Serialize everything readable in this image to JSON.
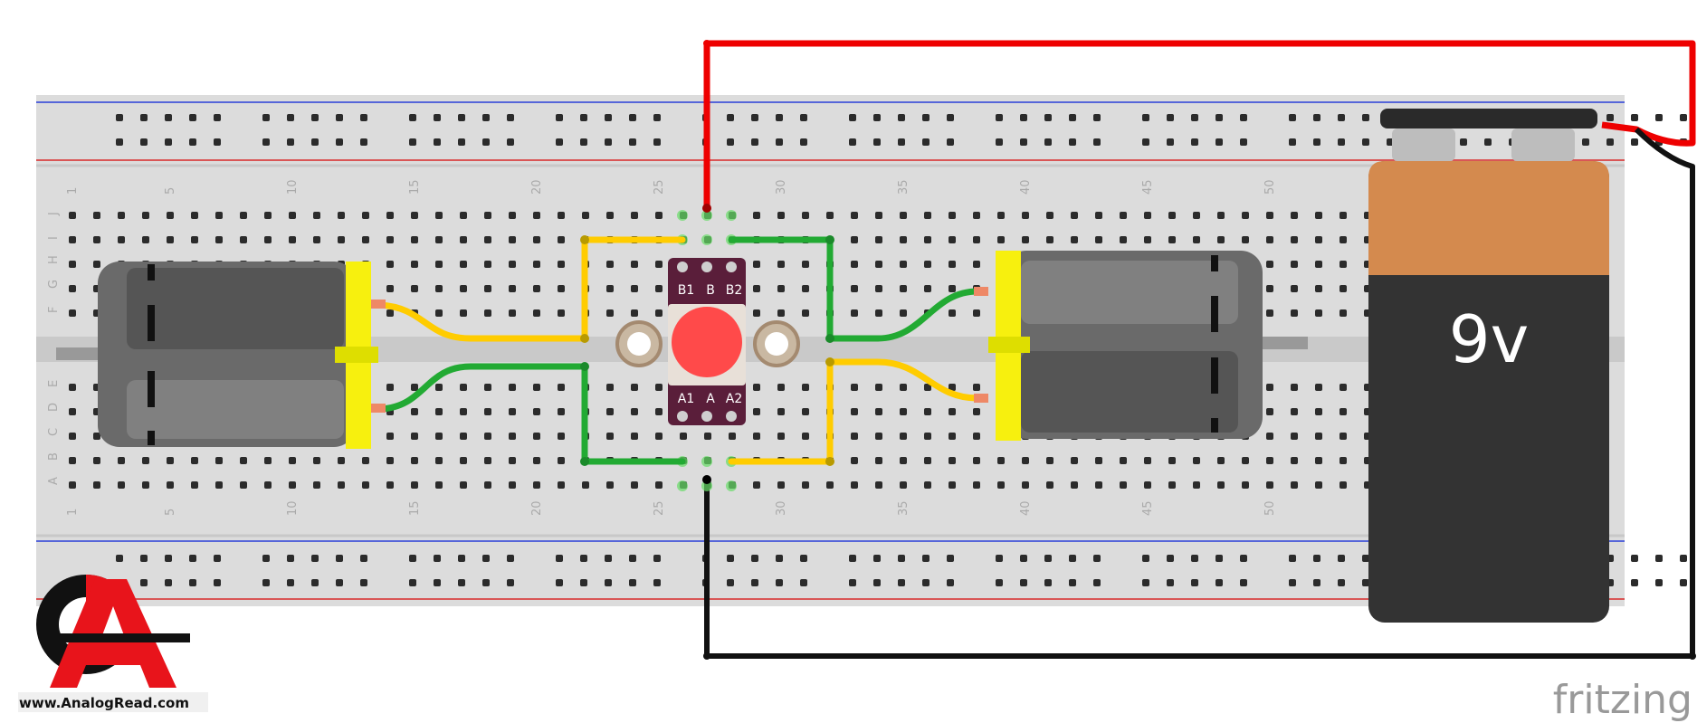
{
  "breadboard": {
    "column_numbers": [
      "1",
      "5",
      "10",
      "15",
      "20",
      "25",
      "30",
      "35",
      "40",
      "45",
      "50"
    ],
    "row_letters_top": [
      "J",
      "I",
      "H",
      "G",
      "F"
    ],
    "row_letters_bottom": [
      "E",
      "D",
      "C",
      "B",
      "A"
    ]
  },
  "button_module": {
    "top_pins": [
      "B1",
      "B",
      "B2"
    ],
    "bottom_pins": [
      "A1",
      "A",
      "A2"
    ],
    "button_color": "#ff4a4a",
    "board_color": "#5a1e3a"
  },
  "battery": {
    "label": "9v",
    "top_color": "#d48a4e",
    "body_color": "#333333"
  },
  "wires": {
    "red": "#ee0000",
    "black": "#111111",
    "green": "#22aa33",
    "yellow": "#ffcc00"
  },
  "logo": {
    "url_text": "www.AnalogRead.com",
    "gear_color": "#e8141b"
  },
  "watermark": "fritzing"
}
